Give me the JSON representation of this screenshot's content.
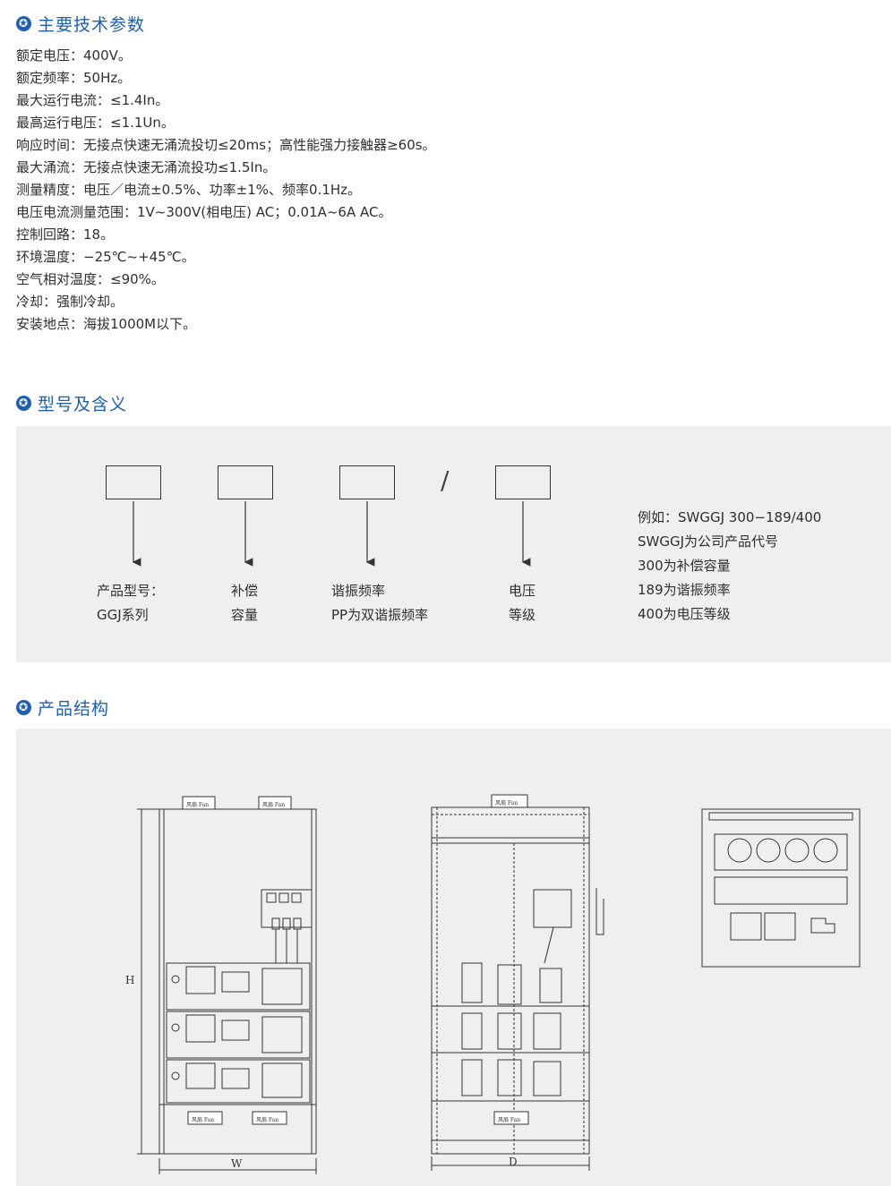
{
  "sections": {
    "specs_title": "主要技术参数",
    "model_title": "型号及含义",
    "structure_title": "产品结构",
    "star_glyph": "✪"
  },
  "specs": [
    "额定电压：400V。",
    "额定频率：50Hz。",
    "最大运行电流：≤1.4In。",
    "最高运行电压：≤1.1Un。",
    "响应时间：无接点快速无涌流投切≤20ms；高性能强力接触器≥60s。",
    "最大涌流：无接点快速无涌流投功≤1.5In。",
    "测量精度：电压／电流±0.5%、功率±1%、频率0.1Hz。",
    "电压电流测量范围：1V~300V(相电压) AC；0.01A~6A AC。",
    "控制回路：18。",
    "环境温度：−25℃~+45℃。",
    "空气相对温度：≤90%。",
    "冷却：强制冷却。",
    "安装地点：海拔1000M以下。"
  ],
  "model": {
    "slash": "/",
    "labels": [
      {
        "line1": "产品型号：",
        "line2": "GGJ系列"
      },
      {
        "line1": "补偿",
        "line2": "容量"
      },
      {
        "line1": "谐振频率",
        "line2": "PP为双谐振频率"
      },
      {
        "line1": "电压",
        "line2": "等级"
      }
    ],
    "example": [
      "例如：SWGGJ 300−189/400",
      "SWGGJ为公司产品代号",
      "300为补偿容量",
      "189为谐振频率",
      "400为电压等级"
    ]
  },
  "structure": {
    "dim_height": "H",
    "dim_width": "W",
    "dim_depth": "D",
    "fan_label": "风扇 Fan"
  },
  "colors": {
    "accent": "#1e5fae",
    "panel_bg": "#efefef",
    "text": "#2f2f2f",
    "line": "#333333"
  }
}
